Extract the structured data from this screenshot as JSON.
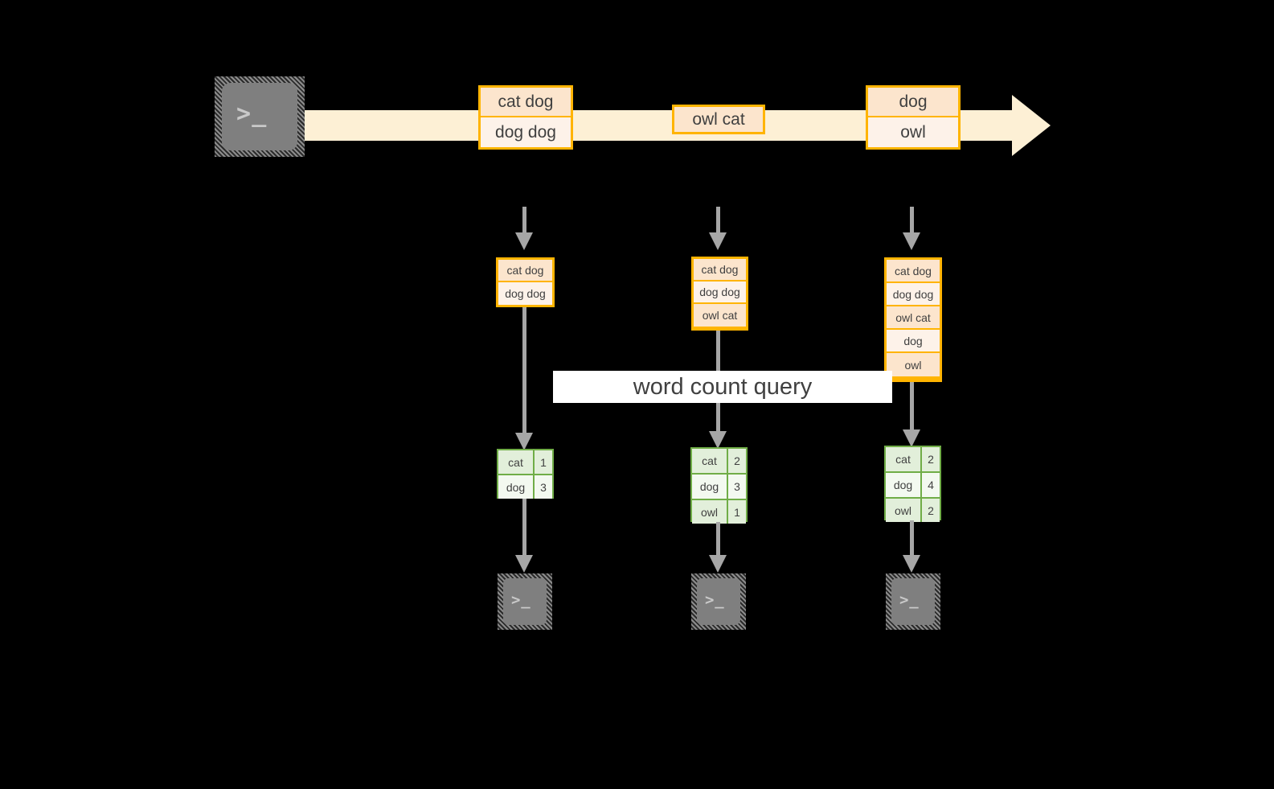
{
  "diagram": {
    "title": "streaming word count dataflow",
    "background_color": "#000000",
    "colors": {
      "stream_fill": "#fdf0d5",
      "record_border": "#ffb400",
      "record_fill_dark": "#fce5cd",
      "record_fill_light": "#fdf2e9",
      "table_border": "#70ad47",
      "table_fill_dark": "#e2efda",
      "table_fill_light": "#f3f9f0",
      "arrow_gray": "#a6a6a6",
      "terminal_gray": "#7f7f7f",
      "text_gray": "#404040",
      "label_fill": "#ffffff"
    }
  },
  "stream": {
    "source_icon": "terminal-icon",
    "source_prompt": ">_",
    "groups": [
      {
        "name": "stream-group-1",
        "lines": [
          "cat dog",
          "dog dog"
        ]
      },
      {
        "name": "stream-group-2",
        "lines": [
          "owl cat"
        ]
      },
      {
        "name": "stream-group-3",
        "lines": [
          "dog",
          "owl"
        ]
      }
    ]
  },
  "query_label": "word count query",
  "columns": [
    {
      "name": "snapshot-1",
      "input_records": [
        "cat dog",
        "dog dog"
      ],
      "counts": [
        {
          "word": "cat",
          "count": "1"
        },
        {
          "word": "dog",
          "count": "3"
        }
      ],
      "sink_icon": "terminal-icon",
      "sink_prompt": ">_"
    },
    {
      "name": "snapshot-2",
      "input_records": [
        "cat dog",
        "dog dog",
        "owl cat"
      ],
      "counts": [
        {
          "word": "cat",
          "count": "2"
        },
        {
          "word": "dog",
          "count": "3"
        },
        {
          "word": "owl",
          "count": "1"
        }
      ],
      "sink_icon": "terminal-icon",
      "sink_prompt": ">_"
    },
    {
      "name": "snapshot-3",
      "input_records": [
        "cat dog",
        "dog dog",
        "owl cat",
        "dog",
        "owl"
      ],
      "counts": [
        {
          "word": "cat",
          "count": "2"
        },
        {
          "word": "dog",
          "count": "4"
        },
        {
          "word": "owl",
          "count": "2"
        }
      ],
      "sink_icon": "terminal-icon",
      "sink_prompt": ">_"
    }
  ]
}
